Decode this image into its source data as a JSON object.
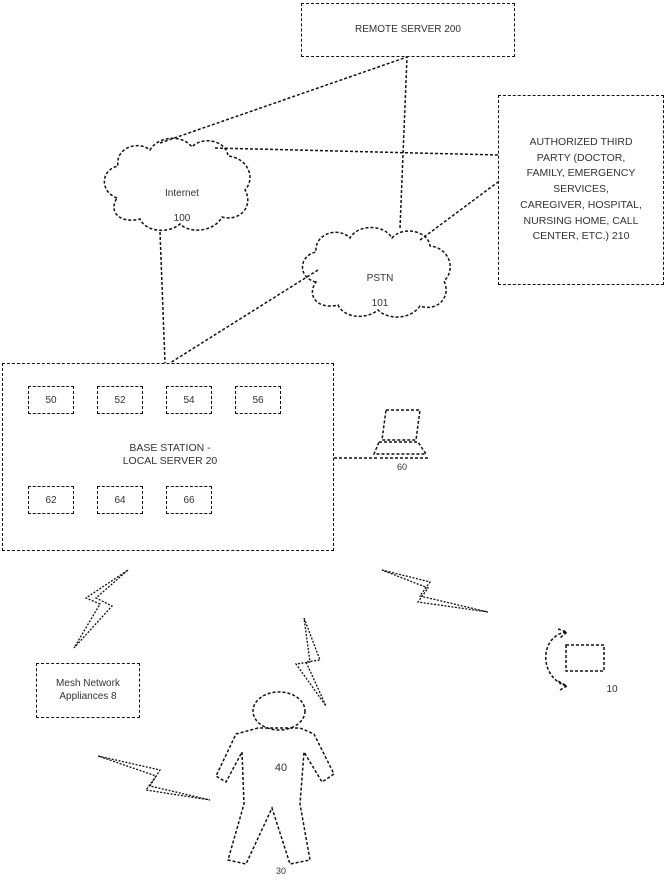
{
  "remote_server": {
    "label": "REMOTE SERVER 200"
  },
  "internet_cloud": {
    "line1": "Internet",
    "line2": "100"
  },
  "pstn_cloud": {
    "line1": "PSTN",
    "line2": "101"
  },
  "third_party": {
    "label": "AUTHORIZED THIRD\nPARTY (DOCTOR,\nFAMILY, EMERGENCY\nSERVICES,\nCAREGIVER, HOSPITAL,\nNURSING HOME, CALL\nCENTER, ETC.) 210"
  },
  "base_station": {
    "label": "BASE STATION -\nLOCAL SERVER 20",
    "modules_top": [
      "50",
      "52",
      "54",
      "56"
    ],
    "modules_bottom": [
      "62",
      "64",
      "66"
    ]
  },
  "terminal": {
    "label": "60"
  },
  "mesh_appliance": {
    "label": "Mesh Network\nAppliances 8"
  },
  "person": {
    "body_label": "40",
    "caption": "30"
  },
  "device": {
    "label": "10"
  },
  "colors": {
    "stroke": "#111111",
    "text": "#333333",
    "background": "#ffffff"
  }
}
